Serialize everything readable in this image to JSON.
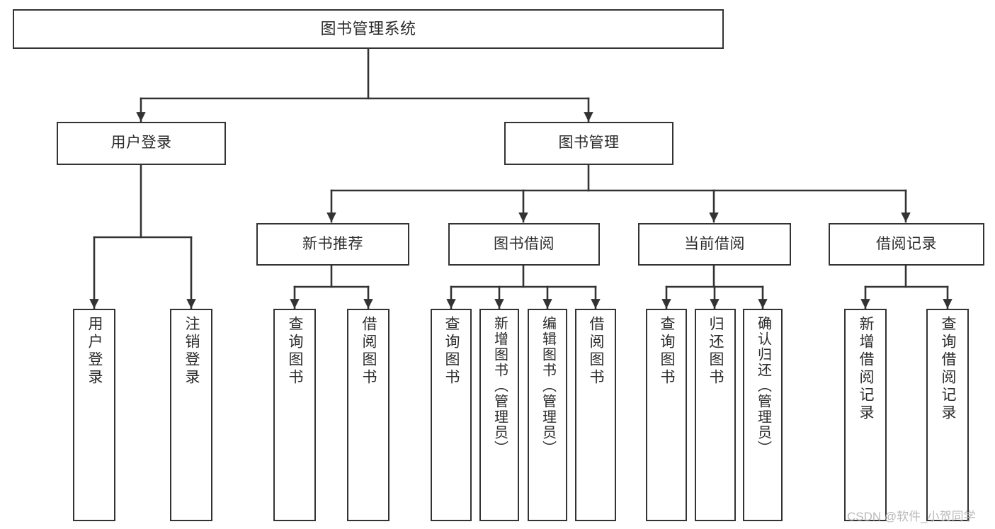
{
  "diagram": {
    "title": "图书管理系统",
    "type": "tree-hierarchy-diagram",
    "watermark": "CSDN @软件_小贺同学",
    "style": {
      "background": "#ffffff",
      "box_border": "#333333",
      "box_fill": "#ffffff",
      "text_color": "#2b2b2b",
      "connector_color": "#333333",
      "watermark_color": "#b9b9b9"
    }
  },
  "nodes": {
    "root": {
      "label": "图书管理系统",
      "level": 0,
      "orientation": "horizontal"
    },
    "level1": [
      {
        "id": "user-login",
        "label": "用户登录",
        "orientation": "horizontal"
      },
      {
        "id": "book-admin",
        "label": "图书管理",
        "orientation": "horizontal"
      }
    ],
    "level2": [
      {
        "id": "new-book-recommend",
        "label": "新书推荐",
        "orientation": "horizontal",
        "parent": "book-admin"
      },
      {
        "id": "book-borrow",
        "label": "图书借阅",
        "orientation": "horizontal",
        "parent": "book-admin"
      },
      {
        "id": "current-borrow",
        "label": "当前借阅",
        "orientation": "horizontal",
        "parent": "book-admin"
      },
      {
        "id": "borrow-record",
        "label": "借阅记录",
        "orientation": "horizontal",
        "parent": "book-admin"
      }
    ],
    "leaves": [
      {
        "id": "leaf-user-login",
        "label": "用户登录",
        "parent": "user-login",
        "orientation": "vertical",
        "tall": false
      },
      {
        "id": "leaf-logout",
        "label": "注销登录",
        "parent": "user-login",
        "orientation": "vertical",
        "tall": false
      },
      {
        "id": "leaf-query-book-1",
        "label": "查询图书",
        "parent": "new-book-recommend",
        "orientation": "vertical",
        "tall": false
      },
      {
        "id": "leaf-borrow-book-1",
        "label": "借阅图书",
        "parent": "new-book-recommend",
        "orientation": "vertical",
        "tall": false
      },
      {
        "id": "leaf-query-book-2",
        "label": "查询图书",
        "parent": "book-borrow",
        "orientation": "vertical",
        "tall": false
      },
      {
        "id": "leaf-add-book",
        "label": "新增图书（管理员）",
        "parent": "book-borrow",
        "orientation": "vertical",
        "tall": true
      },
      {
        "id": "leaf-edit-book",
        "label": "编辑图书（管理员）",
        "parent": "book-borrow",
        "orientation": "vertical",
        "tall": true
      },
      {
        "id": "leaf-borrow-book-2",
        "label": "借阅图书",
        "parent": "book-borrow",
        "orientation": "vertical",
        "tall": false
      },
      {
        "id": "leaf-query-book-3",
        "label": "查询图书",
        "parent": "current-borrow",
        "orientation": "vertical",
        "tall": false
      },
      {
        "id": "leaf-return-book",
        "label": "归还图书",
        "parent": "current-borrow",
        "orientation": "vertical",
        "tall": false
      },
      {
        "id": "leaf-confirm-return",
        "label": "确认归还（管理员）",
        "parent": "current-borrow",
        "orientation": "vertical",
        "tall": true
      },
      {
        "id": "leaf-add-record",
        "label": "新增借阅记录",
        "parent": "borrow-record",
        "orientation": "vertical",
        "tall": false
      },
      {
        "id": "leaf-query-record",
        "label": "查询借阅记录",
        "parent": "borrow-record",
        "orientation": "vertical",
        "tall": false
      }
    ]
  }
}
